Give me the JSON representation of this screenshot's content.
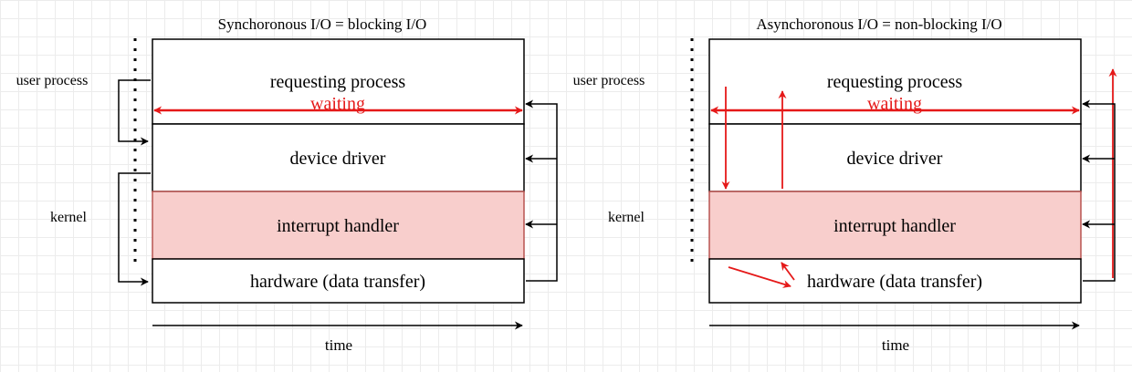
{
  "colors": {
    "stroke": "#000000",
    "accent_red": "#e51919",
    "handler_fill": "#f8cecc",
    "handler_stroke": "#b85450"
  },
  "diagrams": [
    {
      "id": "sync",
      "title": "Synchoronous I/O = blocking I/O",
      "user_label": "user process",
      "kernel_label": "kernel",
      "layers": [
        "requesting process",
        "device driver",
        "interrupt handler",
        "hardware (data transfer)"
      ],
      "waiting_label": "waiting",
      "time_label": "time"
    },
    {
      "id": "async",
      "title": "Asynchoronous I/O = non-blocking I/O",
      "user_label": "user process",
      "kernel_label": "kernel",
      "layers": [
        "requesting process",
        "device driver",
        "interrupt handler",
        "hardware (data transfer)"
      ],
      "waiting_label": "waiting",
      "time_label": "time"
    }
  ]
}
